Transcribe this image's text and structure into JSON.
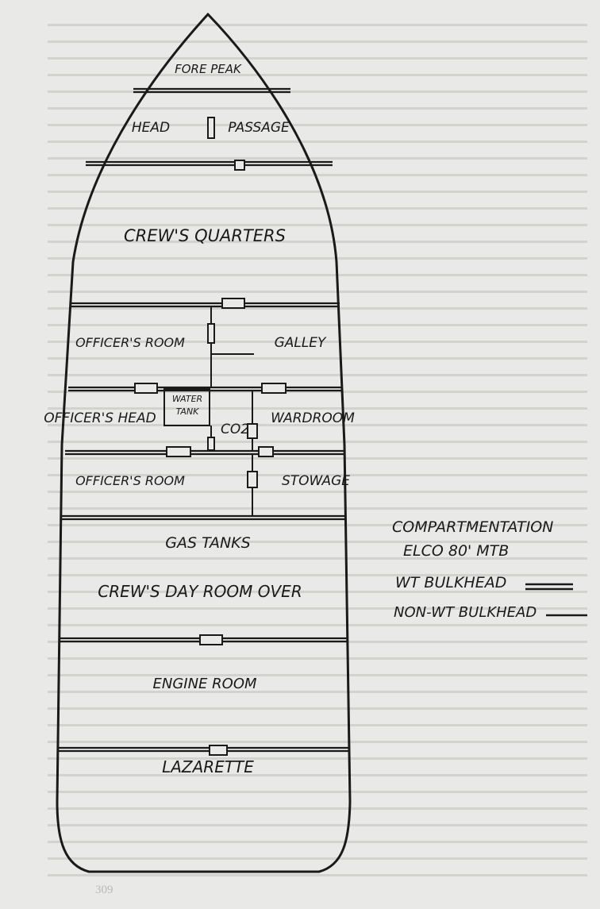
{
  "diagram": {
    "compartments": [
      {
        "id": "forepeak",
        "label": "FORE PEAK"
      },
      {
        "id": "head",
        "label": "HEAD"
      },
      {
        "id": "passage",
        "label": "PASSAGE"
      },
      {
        "id": "crews_quarters",
        "label": "CREW'S QUARTERS"
      },
      {
        "id": "officers_room_1",
        "label": "OFFICER'S ROOM"
      },
      {
        "id": "galley",
        "label": "GALLEY"
      },
      {
        "id": "water_tank",
        "label": "WATER TANK"
      },
      {
        "id": "officers_head",
        "label": "OFFICER'S HEAD"
      },
      {
        "id": "co2",
        "label": "CO2"
      },
      {
        "id": "wardroom",
        "label": "WARDROOM"
      },
      {
        "id": "officers_room_2",
        "label": "OFFICER'S ROOM"
      },
      {
        "id": "stowage",
        "label": "STOWAGE"
      },
      {
        "id": "gas_tanks",
        "label": "GAS TANKS"
      },
      {
        "id": "crews_day_room",
        "label": "CREW'S DAY ROOM OVER"
      },
      {
        "id": "engine_room",
        "label": "ENGINE ROOM"
      },
      {
        "id": "lazarette",
        "label": "LAZARETTE"
      }
    ],
    "legend": {
      "title": "COMPARTMENTATION",
      "subtitle": "ELCO 80' MTB",
      "wt_label": "WT BULKHEAD",
      "nonwt_label": "NON-WT BULKHEAD"
    }
  },
  "background_text": {
    "page_number": "309"
  }
}
